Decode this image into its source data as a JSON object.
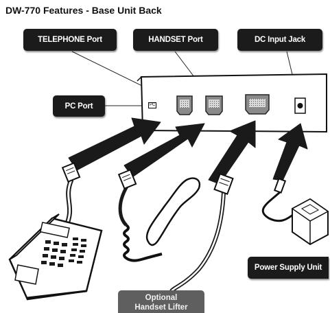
{
  "title": "DW-770 Features - Base Unit Back",
  "labels": {
    "telephone_port": "TELEPHONE Port",
    "handset_port": "HANDSET Port",
    "dc_input_jack": "DC Input Jack",
    "pc_port": "PC Port",
    "power_supply_unit": "Power Supply Unit",
    "optional_line1": "Optional",
    "optional_line2": "Handset Lifter"
  },
  "port_tag": "PC",
  "colors": {
    "label_bg": "#1b1b1b",
    "label_text": "#ffffff",
    "optional_bg": "#5f5f5f",
    "arrow": "#1a1a1a",
    "panel_fill": "#ffffff"
  }
}
